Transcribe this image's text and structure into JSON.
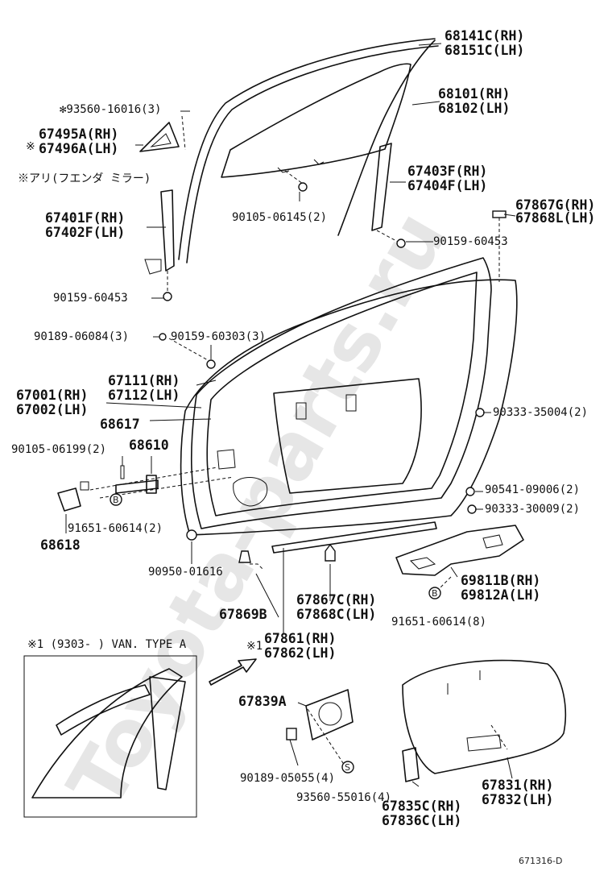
{
  "watermark": "Toyota-parts.ru",
  "diagram_code": "671316-D",
  "labels": {
    "p68141": "68141C(RH)",
    "p68151": "68151C(LH)",
    "p68101": "68101(RH)",
    "p68102": "68102(LH)",
    "p93560_16016": "✻93560-16016(3)",
    "p67495": "67495A(RH)",
    "p67496": "67496A(LH)",
    "mark_star": "※",
    "note_fender": "※アリ(フエンダ ミラー)",
    "p67403": "67403F(RH)",
    "p67404": "67404F(LH)",
    "p67401": "67401F(RH)",
    "p67402": "67402F(LH)",
    "p90105_06145": "90105-06145(2)",
    "p67867g": "67867G(RH)",
    "p67868l": "67868L(LH)",
    "p90159_60453a": "90159-60453",
    "p90159_60453b": "90159-60453",
    "p90189_06084": "90189-06084(3)",
    "p90159_60303": "90159-60303(3)",
    "p67111": "67111(RH)",
    "p67112": "67112(LH)",
    "p67001": "67001(RH)",
    "p67002": "67002(LH)",
    "p68617": "68617",
    "p90333_35004": "90333-35004(2)",
    "p90105_06199": "90105-06199(2)",
    "p68610": "68610",
    "p90541_09006": "90541-09006(2)",
    "p90333_30009": "90333-30009(2)",
    "p91651_60614a": "91651-60614(2)",
    "p68618": "68618",
    "p90950_01616": "90950-01616",
    "p69811": "69811B(RH)",
    "p69812": "69812A(LH)",
    "p67867c": "67867C(RH)",
    "p67868c": "67868C(LH)",
    "p67869b": "67869B",
    "p91651_60614b": "91651-60614(8)",
    "inset_title": "※1 (9303-   ) VAN. TYPE A",
    "p67861_mark": "※1",
    "p67861": "67861(RH)",
    "p67862": "67862(LH)",
    "p67839": "67839A",
    "p90189_05055": "90189-05055(4)",
    "p93560_55016": "93560-55016(4)",
    "p67831": "67831(RH)",
    "p67832": "67832(LH)",
    "p67835": "67835C(RH)",
    "p67836": "67836C(LH)",
    "badge_b": "B",
    "badge_s": "S"
  }
}
